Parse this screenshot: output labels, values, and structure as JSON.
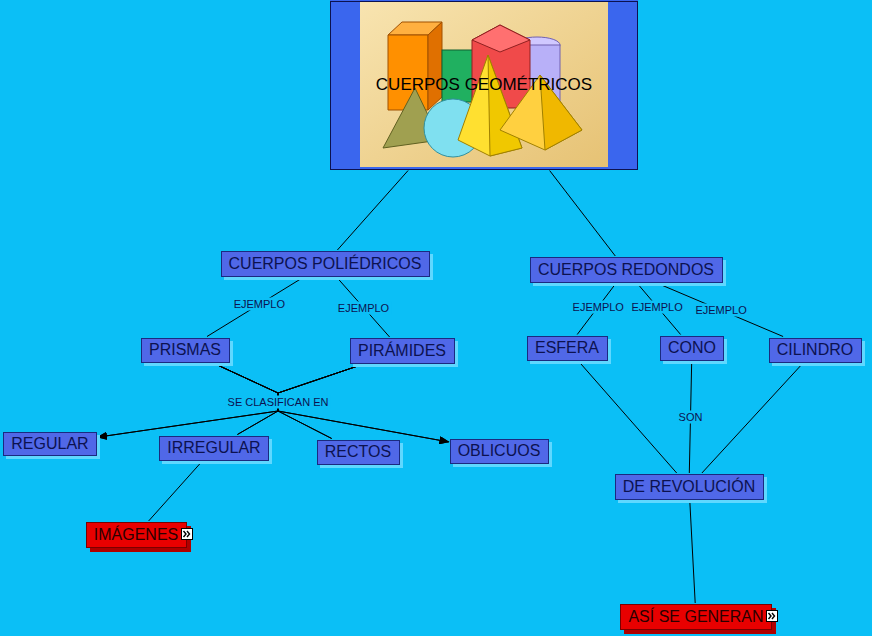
{
  "diagram": {
    "nodes": [
      {
        "text": [
          "CUERPOS GEOMÉTRICOS"
        ]
      },
      {
        "text": [
          "CUERPOS POLIÉDRICOS"
        ]
      },
      {
        "text": [
          "CUERPOS REDONDOS"
        ]
      },
      {
        "text": [
          "PRISMAS"
        ]
      },
      {
        "text": [
          "PIRÁMIDES"
        ]
      },
      {
        "text": [
          "ESFERA"
        ]
      },
      {
        "text": [
          "CONO"
        ]
      },
      {
        "text": [
          "CILINDRO"
        ]
      },
      {
        "text": [
          "REGULAR"
        ]
      },
      {
        "text": [
          "IRREGULAR"
        ]
      },
      {
        "text": [
          "RECTOS"
        ]
      },
      {
        "text": [
          "OBLICUOS"
        ]
      },
      {
        "text": [
          "DE REVOLUCIÓN"
        ]
      },
      {
        "text": [
          "IMÁGENES"
        ]
      },
      {
        "text": [
          "ASÍ SE GENERAN"
        ]
      }
    ],
    "edges": [
      {
        "from": 0,
        "to": 1,
        "arrow": "none"
      },
      {
        "from": 0,
        "to": 2,
        "arrow": "none"
      },
      {
        "from": 1,
        "to": 3,
        "label": "EJEMPLO",
        "arrow": "none"
      },
      {
        "from": 1,
        "to": 4,
        "label": "EJEMPLO",
        "arrow": "none"
      },
      {
        "from": 2,
        "to": 5,
        "label": "EJEMPLO",
        "arrow": "none"
      },
      {
        "from": 2,
        "to": 6,
        "label": "EJEMPLO",
        "arrow": "none"
      },
      {
        "from": 2,
        "to": 7,
        "label": "EJEMPLO",
        "arrow": "none"
      },
      {
        "from": 3,
        "to": 8,
        "label": "SE CLASIFICAN EN",
        "arrow": "to"
      },
      {
        "from": 3,
        "to": 9,
        "arrow": "none"
      },
      {
        "from": 3,
        "to": 10,
        "arrow": "none"
      },
      {
        "from": 3,
        "to": 11,
        "arrow": "to"
      },
      {
        "from": 4,
        "to": 8,
        "arrow": "to"
      },
      {
        "from": 4,
        "to": 9,
        "arrow": "none"
      },
      {
        "from": 4,
        "to": 10,
        "arrow": "none"
      },
      {
        "from": 4,
        "to": 11,
        "arrow": "to"
      },
      {
        "from": 5,
        "to": 12,
        "arrow": "none"
      },
      {
        "from": 6,
        "to": 12,
        "label": "SON",
        "arrow": "none"
      },
      {
        "from": 7,
        "to": 12,
        "arrow": "none"
      },
      {
        "from": 9,
        "to": 13,
        "arrow": "none"
      },
      {
        "from": 12,
        "to": 14,
        "arrow": "none"
      }
    ]
  }
}
